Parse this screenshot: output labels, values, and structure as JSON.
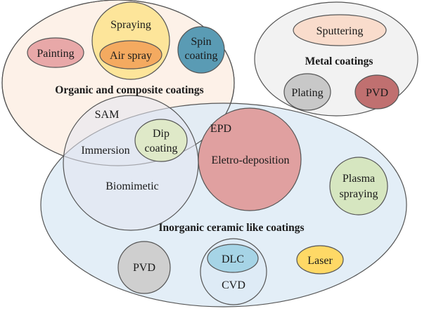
{
  "groups": {
    "organic": "Organic and composite coatings",
    "metal": "Metal coatings",
    "inorganic": "Inorganic ceramic like coatings"
  },
  "methods": {
    "painting": "Painting",
    "spraying": "Spraying",
    "air_spray": "Air spray",
    "spin_coating_line1": "Spin",
    "spin_coating_line2": "coating",
    "sputtering": "Sputtering",
    "plating": "Plating",
    "pvd_metal": "PVD",
    "sam": "SAM",
    "immersion": "Immersion",
    "dip_coating_line1": "Dip",
    "dip_coating_line2": "coating",
    "biomimetic": "Biomimetic",
    "epd": "EPD",
    "electro_deposition": "Eletro-deposition",
    "plasma_spraying_line1": "Plasma",
    "plasma_spraying_line2": "spraying",
    "pvd_inorganic": "PVD",
    "dlc": "DLC",
    "cvd": "CVD",
    "laser": "Laser"
  },
  "colors": {
    "organic_fill": "#fdf0e6",
    "metal_fill": "#f2f2f2",
    "inorganic_fill": "#deebf6",
    "painting_fill": "#e8a8a8",
    "spraying_fill": "#fde59a",
    "air_spray_fill": "#f4aa60",
    "spin_fill": "#5a9bb4",
    "sputtering_fill": "#f9dccc",
    "plating_fill": "#c8c8c8",
    "pvd_metal_fill": "#c07070",
    "dip_fill": "#dfe9c8",
    "electro_fill": "#e0a0a0",
    "plasma_fill": "#d6e6c0",
    "pvd_inorganic_fill": "#cfcfcf",
    "dlc_fill": "#a6d4e6",
    "laser_fill": "#ffd966",
    "stroke": "#555555"
  }
}
